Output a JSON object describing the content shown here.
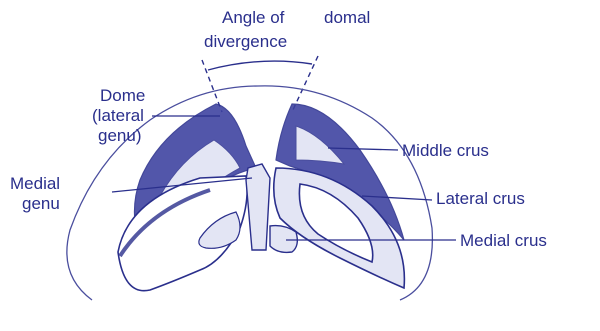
{
  "colors": {
    "ink": "#2a2f8c",
    "shade": "#3b3f9f",
    "light_fill": "#e3e5f4",
    "outline": "#4a4e9e"
  },
  "labels": {
    "angle_line1": "Angle of",
    "domal": "domal",
    "divergence": "divergence",
    "dome_line1": "Dome",
    "dome_line2": "(lateral",
    "dome_line3": "genu)",
    "medial_genu_line1": "Medial",
    "medial_genu_line2": "genu",
    "middle_crus": "Middle crus",
    "lateral_crus": "Lateral crus",
    "medial_crus": "Medial crus"
  }
}
